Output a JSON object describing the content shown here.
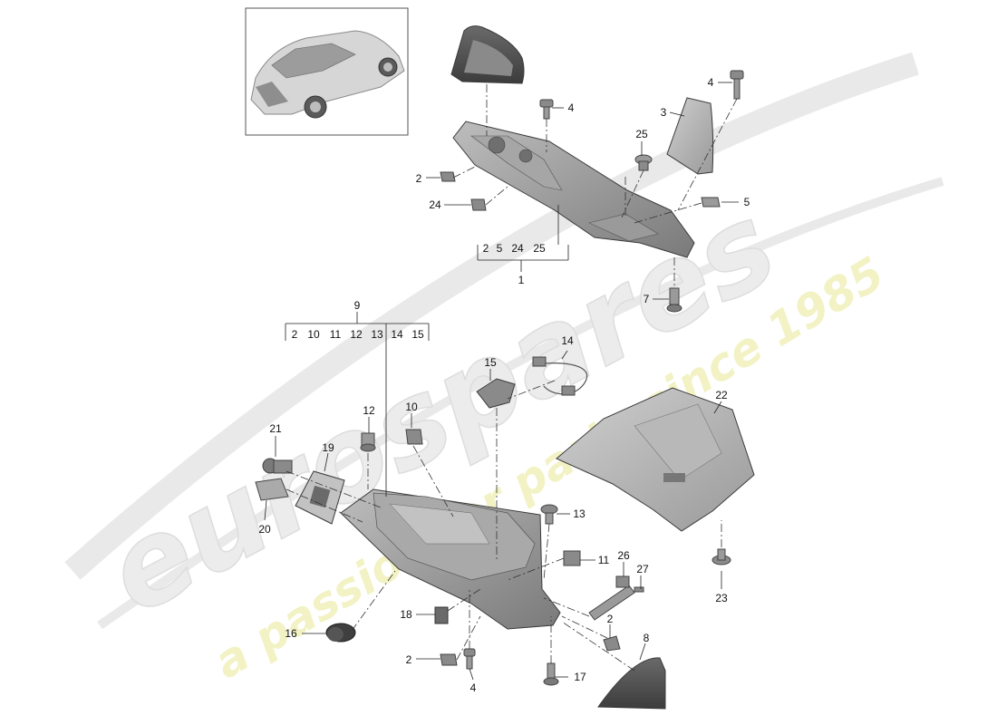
{
  "watermark": {
    "brand": "eurospares",
    "tagline": "a passion for parts since 1985"
  },
  "callouts": [
    {
      "id": "c1",
      "text": "1"
    },
    {
      "id": "c2a",
      "text": "2"
    },
    {
      "id": "c2b",
      "text": "2"
    },
    {
      "id": "c2c",
      "text": "2"
    },
    {
      "id": "c3",
      "text": "3"
    },
    {
      "id": "c4a",
      "text": "4"
    },
    {
      "id": "c4b",
      "text": "4"
    },
    {
      "id": "c4c",
      "text": "4"
    },
    {
      "id": "c5",
      "text": "5"
    },
    {
      "id": "c7",
      "text": "7"
    },
    {
      "id": "c8",
      "text": "8"
    },
    {
      "id": "c9",
      "text": "9"
    },
    {
      "id": "c10",
      "text": "10"
    },
    {
      "id": "c11",
      "text": "11"
    },
    {
      "id": "c12",
      "text": "12"
    },
    {
      "id": "c13",
      "text": "13"
    },
    {
      "id": "c14",
      "text": "14"
    },
    {
      "id": "c15",
      "text": "15"
    },
    {
      "id": "c16",
      "text": "16"
    },
    {
      "id": "c17",
      "text": "17"
    },
    {
      "id": "c18",
      "text": "18"
    },
    {
      "id": "c19",
      "text": "19"
    },
    {
      "id": "c20",
      "text": "20"
    },
    {
      "id": "c21",
      "text": "21"
    },
    {
      "id": "c22",
      "text": "22"
    },
    {
      "id": "c23",
      "text": "23"
    },
    {
      "id": "c24",
      "text": "24"
    },
    {
      "id": "c25",
      "text": "25"
    },
    {
      "id": "c26",
      "text": "26"
    },
    {
      "id": "c27",
      "text": "27"
    }
  ],
  "groups": [
    {
      "id": "g1",
      "members": [
        "2",
        "5",
        "24",
        "25"
      ]
    },
    {
      "id": "g9",
      "members": [
        "2",
        "10",
        "11",
        "12",
        "13",
        "14",
        "15"
      ]
    }
  ]
}
